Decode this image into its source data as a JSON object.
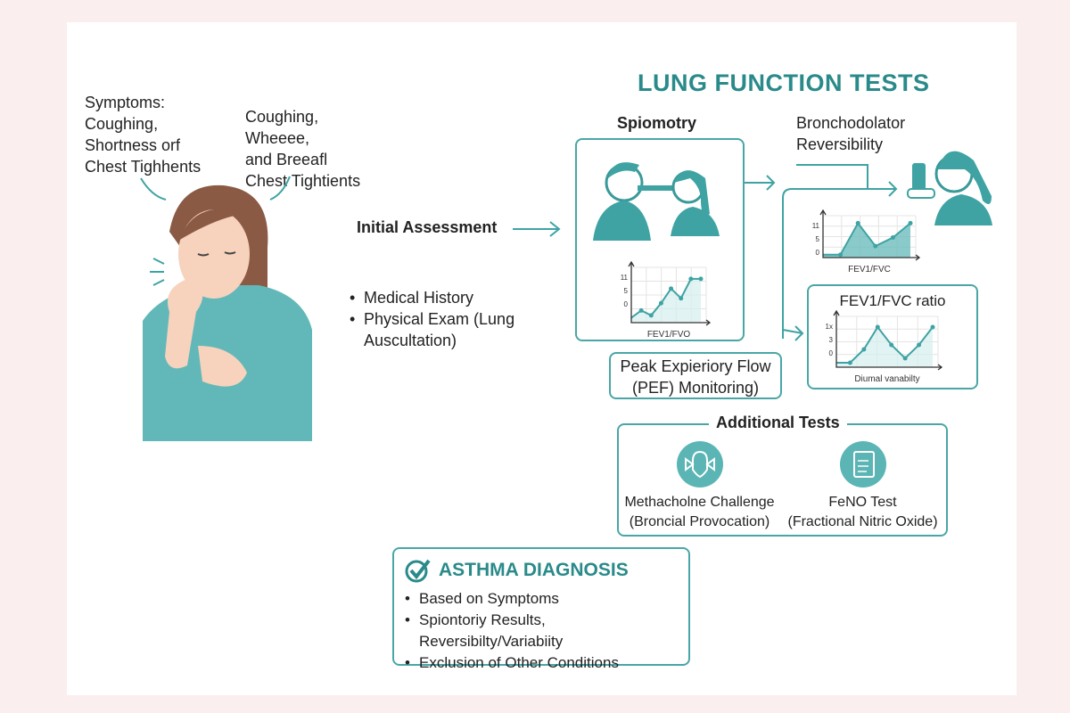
{
  "title": "LUNG FUNCTION TESTS",
  "symptoms_left": [
    "Symptoms:",
    "Coughing,",
    "Shortness orf",
    "Chest Tighhents"
  ],
  "symptoms_right": [
    "Coughing,",
    "Wheeee,",
    "and Breeafl",
    "Chest Tightients"
  ],
  "initial_assessment": {
    "label": "Initial Assessment",
    "items": [
      "Medical History",
      "Physical Exam (Lung Auscultation)"
    ]
  },
  "spirometry": {
    "label": "Spiomotry"
  },
  "bronchodilator": {
    "label": [
      "Bronchodolator",
      "Reversibility"
    ]
  },
  "pef": {
    "label": [
      "Peak Expieriory Flow",
      "(PEF) Monitoring)"
    ]
  },
  "ratio_box": {
    "label": "FEV1/FVC ratio"
  },
  "additional_tests": {
    "label": "Additional Tests",
    "items": [
      {
        "name": "Methacholne Challenge",
        "sub": "(Broncial Provocation)",
        "icon": "lungs-icon"
      },
      {
        "name": "FeNO Test",
        "sub": "(Fractional Nitric Oxide)",
        "icon": "clipboard-icon"
      }
    ]
  },
  "diagnosis": {
    "label": "ASTHMA DIAGNOSIS",
    "items": [
      "Based on Symptoms",
      "Spiontoriy Results, Reversibilty/Variabiity",
      "Exclusion of Other Conditions"
    ]
  },
  "colors": {
    "teal": "#3fa3a3",
    "title": "#2a8a8a",
    "background": "#fbeeee"
  },
  "chart_data": [
    {
      "type": "area",
      "xlabel": "FEV1/FVO",
      "yticks": [
        "11",
        "5",
        "0"
      ],
      "values": [
        0,
        1.5,
        0.5,
        3,
        6,
        4,
        8,
        8
      ]
    },
    {
      "type": "area",
      "xlabel": "FEV1/FVC",
      "yticks": [
        "11",
        "5",
        "0"
      ],
      "values": [
        0,
        0,
        11,
        3,
        6,
        11
      ]
    },
    {
      "type": "line",
      "xlabel": "Diumal vanabilty",
      "yticks": [
        "1x",
        "3",
        "0"
      ],
      "values": [
        -2,
        -2,
        1,
        6,
        2,
        -1,
        2,
        6
      ]
    }
  ]
}
